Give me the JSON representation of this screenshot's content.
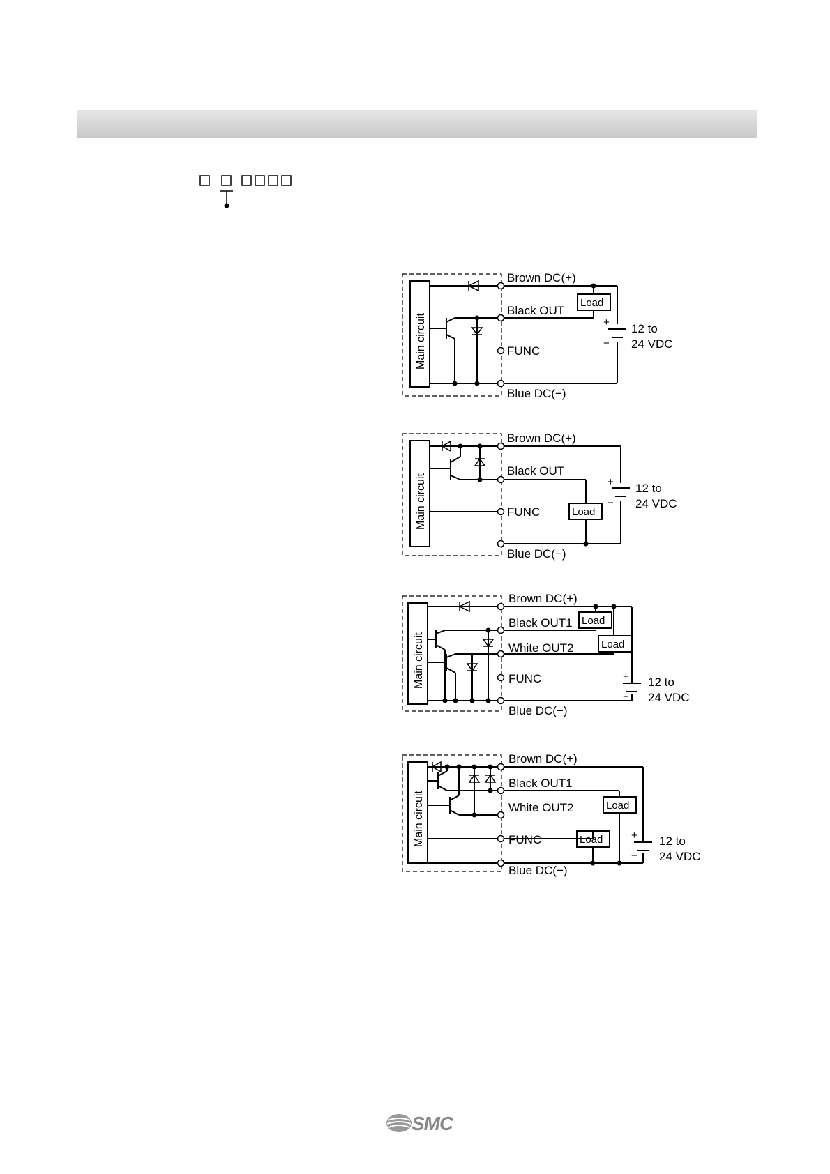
{
  "circuits": [
    {
      "labels": {
        "brown": "Brown DC(+)",
        "black": "Black OUT",
        "func": "FUNC",
        "blue": "Blue DC(−)"
      },
      "main_circuit": "Main circuit",
      "load": "Load",
      "plus": "+",
      "minus": "−",
      "supply_line1": "12 to",
      "supply_line2": "24 VDC"
    },
    {
      "labels": {
        "brown": "Brown DC(+)",
        "black": "Black OUT",
        "func": "FUNC",
        "blue": "Blue DC(−)"
      },
      "main_circuit": "Main circuit",
      "load": "Load",
      "plus": "+",
      "minus": "−",
      "supply_line1": "12 to",
      "supply_line2": "24 VDC"
    },
    {
      "labels": {
        "brown": "Brown DC(+)",
        "black": "Black OUT1",
        "white": "White OUT2",
        "func": "FUNC",
        "blue": "Blue DC(−)"
      },
      "main_circuit": "Main circuit",
      "load1": "Load",
      "load2": "Load",
      "plus": "+",
      "minus": "−",
      "supply_line1": "12 to",
      "supply_line2": "24 VDC"
    },
    {
      "labels": {
        "brown": "Brown DC(+)",
        "black": "Black OUT1",
        "white": "White OUT2",
        "func": "FUNC",
        "blue": "Blue DC(−)"
      },
      "main_circuit": "Main circuit",
      "load1": "Load",
      "load2": "Load",
      "plus": "+",
      "minus": "−",
      "supply_line1": "12 to",
      "supply_line2": "24 VDC"
    }
  ],
  "footer": {
    "logo": "SMC"
  }
}
